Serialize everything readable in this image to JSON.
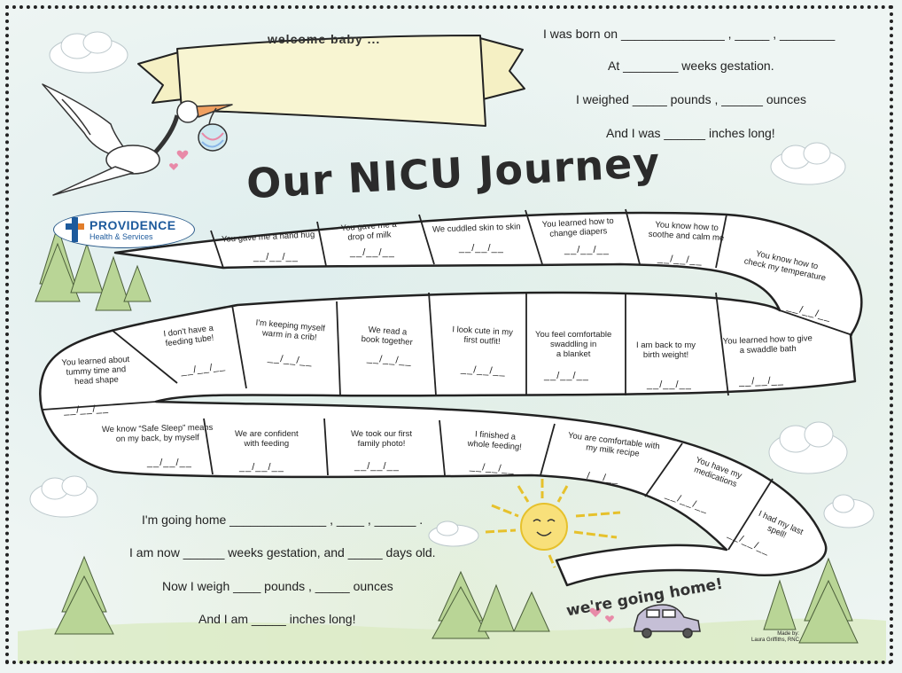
{
  "welcome": "welcome baby ...",
  "title": "Our NICU Journey",
  "birth": {
    "born": "I  was  born  on  _______________ , _____ , ________",
    "gestation": "At ________ weeks gestation.",
    "weight": "I  weighed _____ pounds , ______ ounces",
    "length": "And I  was ______ inches  long!"
  },
  "home": {
    "going": "I'm  going  home ______________ , ____ , ______ .",
    "gestation": "I am now ______ weeks gestation, and _____ days old.",
    "weight": "Now  I  weigh ____ pounds , _____ ounces",
    "length": "And  I  am _____ inches long!"
  },
  "logo": {
    "name": "PROVIDENCE",
    "sub": "Health & Services"
  },
  "date_blank": "__/__/__",
  "milestones": [
    "You gave me a hand hug",
    "You gave me a\ndrop of milk",
    "We cuddled skin to skin",
    "You learned how to\nchange diapers",
    "You know how to\nsoothe and calm me",
    "You know how to\ncheck my temperature",
    "You learned how to give\na swaddle bath",
    "I am back to my\nbirth weight!",
    "You feel comfortable\nswaddling in\na blanket",
    "I look cute in my\nfirst outfit!",
    "We read a\nbook together",
    "I'm keeping myself\nwarm in a crib!",
    "I don't have a\nfeeding tube!",
    "You learned about\ntummy time and\nhead shape",
    "We know “Safe Sleep” means\non my back, by myself",
    "We are confident\nwith feeding",
    "We took our first\nfamily photo!",
    "I finished a\nwhole feeding!",
    "You are comfortable with\nmy milk recipe",
    "You have my\nmedications",
    "I had my last\nspell!"
  ],
  "finish": "we're going home!",
  "credit": "Made by:\nLaura Griffiths, RNC",
  "colors": {
    "border": "#222222",
    "path": "#ffffff",
    "logo": "#1d5a9c",
    "sun": "#f4d75a"
  }
}
